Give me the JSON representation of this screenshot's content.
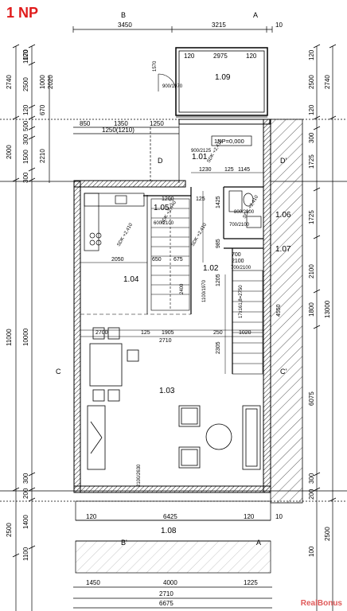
{
  "floor_label": "1 NP",
  "watermark": "RealBonus",
  "colors": {
    "accent": "#e01b1b",
    "line": "#000000",
    "hatch": "#333333"
  },
  "rooms": [
    {
      "id": "1.01",
      "area": "1.01"
    },
    {
      "id": "1.02",
      "area": "1.02"
    },
    {
      "id": "1.03",
      "area": "1.03"
    },
    {
      "id": "1.04",
      "area": "1.04"
    },
    {
      "id": "1.05",
      "area": "1.05"
    },
    {
      "id": "1.06",
      "area": "1.06"
    },
    {
      "id": "1.07",
      "area": "1.07"
    },
    {
      "id": "1.08",
      "area": "1.08"
    },
    {
      "id": "1.09",
      "area": "1.09"
    }
  ],
  "level_mark": "1NP=0,000",
  "section_marks": {
    "b_top": "B",
    "a_top": "A",
    "c_left": "C",
    "c_right": "C'",
    "d_left": "D",
    "d_right": "D'",
    "b_bottom": "B'",
    "a_bottom": "A"
  },
  "dims_top": {
    "d1": "3450",
    "d2": "3215",
    "d3": "10"
  },
  "dims_annex": {
    "a1": "120",
    "a2": "2975",
    "a3": "120"
  },
  "dims_left_outer": [
    "2740",
    "2000",
    "11000",
    "2500"
  ],
  "dims_left_inner": [
    "120",
    "1070",
    "2500",
    "120",
    "500",
    "300",
    "1500",
    "300",
    "10000",
    "300",
    "200",
    "1400",
    "1100"
  ],
  "dims_left_mid": [
    "1000",
    "2020",
    "670",
    "2210"
  ],
  "dims_right_outer": [
    "2740",
    "13000",
    "2500"
  ],
  "dims_right_inner": [
    "120",
    "2500",
    "120",
    "300",
    "1725",
    "1725",
    "2100",
    "1800",
    "6075",
    "300",
    "200",
    "100"
  ],
  "dims_entry": {
    "a": "850",
    "b": "1350",
    "c": "1250",
    "d": "1250(1210)"
  },
  "dims_bottom": {
    "b1": "1450",
    "b2": "4000",
    "b3": "1225",
    "total_a": "2710",
    "total_b": "6675"
  },
  "dims_terrace": {
    "t1": "120",
    "t2": "6425",
    "t3": "120",
    "t4": "10"
  },
  "dims_interior": [
    "2700",
    "125",
    "1905",
    "250",
    "1020",
    "2710",
    "2050",
    "650",
    "675",
    "1200",
    "125",
    "1230",
    "125",
    "1145",
    "1425",
    "985",
    "700",
    "2100",
    "2305",
    "1205",
    "4550"
  ],
  "door_labels": [
    "900/1970",
    "900/2125",
    "600/2100",
    "700/2100",
    "700/2100",
    "800/2100"
  ],
  "stair_labels": [
    "SDK +2,410",
    "SDK +2,440",
    "SDK +2,410",
    "SDK +2,410",
    "SDK +2,410"
  ],
  "misc_labels": [
    "1570",
    "17x161,8=2750",
    "2400",
    "1100/1970",
    "2100/2630"
  ]
}
